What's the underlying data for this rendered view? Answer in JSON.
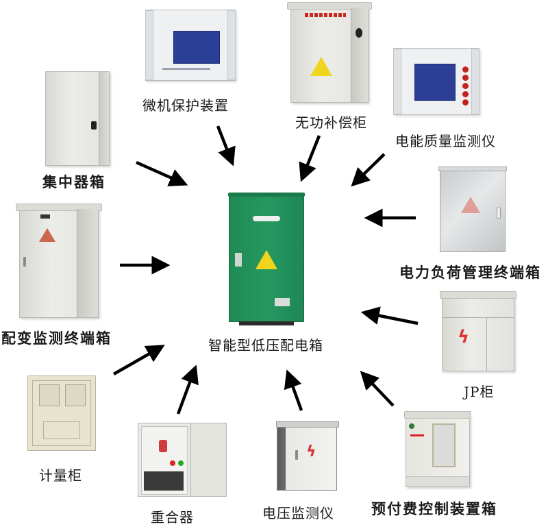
{
  "diagram": {
    "type": "hub-and-spoke",
    "center": {
      "id": "center",
      "label": "智能型低压配电箱",
      "color": "#239259"
    },
    "nodes": [
      {
        "id": "microcomputer-protection",
        "label": "微机保护装置"
      },
      {
        "id": "reactive-compensation",
        "label": "无功补偿柜"
      },
      {
        "id": "power-quality-monitor",
        "label": "电能质量监测仪"
      },
      {
        "id": "concentrator-box",
        "label": "集中器箱"
      },
      {
        "id": "load-management-terminal",
        "label": "电力负荷管理终端箱"
      },
      {
        "id": "distribution-monitor-terminal",
        "label": "配变监测终端箱"
      },
      {
        "id": "jp-cabinet",
        "label": "JP柜"
      },
      {
        "id": "metering-cabinet",
        "label": "计量柜"
      },
      {
        "id": "recloser",
        "label": "重合器"
      },
      {
        "id": "voltage-monitor",
        "label": "电压监测仪"
      },
      {
        "id": "prepaid-control-box",
        "label": "预付费控制装置箱"
      }
    ],
    "edges": [
      {
        "from": "microcomputer-protection",
        "to": "center"
      },
      {
        "from": "reactive-compensation",
        "to": "center"
      },
      {
        "from": "power-quality-monitor",
        "to": "center"
      },
      {
        "from": "concentrator-box",
        "to": "center"
      },
      {
        "from": "load-management-terminal",
        "to": "center"
      },
      {
        "from": "distribution-monitor-terminal",
        "to": "center"
      },
      {
        "from": "jp-cabinet",
        "to": "center"
      },
      {
        "from": "metering-cabinet",
        "to": "center"
      },
      {
        "from": "recloser",
        "to": "center"
      },
      {
        "from": "voltage-monitor",
        "to": "center"
      },
      {
        "from": "prepaid-control-box",
        "to": "center"
      }
    ],
    "arrow_color": "#000000",
    "accent_red": "#d42a22",
    "warning_yellow": "#f1d41c"
  }
}
